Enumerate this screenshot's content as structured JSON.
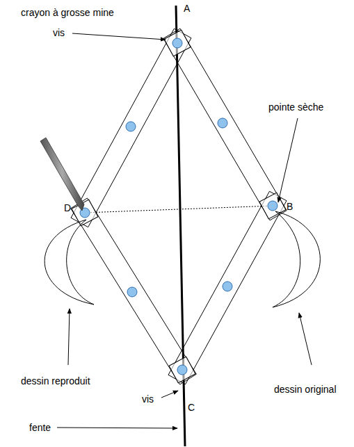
{
  "diagram": {
    "labels": [
      "vis",
      "A",
      "crayon à grosse mine",
      "pointe sèche",
      "D",
      "B",
      "dessin reproduit",
      "dessin original",
      "vis",
      "C",
      "fente"
    ]
  }
}
